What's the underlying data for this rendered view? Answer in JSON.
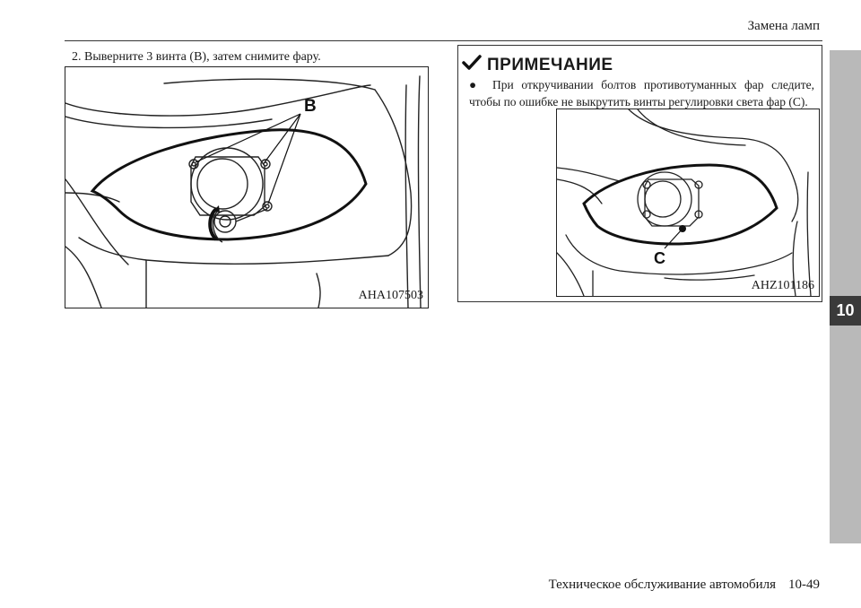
{
  "header": {
    "title": "Замена ламп"
  },
  "chapter_tab": "10",
  "step": {
    "text": "2. Выверните 3 винта (B), затем снимите фару."
  },
  "figure1": {
    "label": "B",
    "code": "AHA107503"
  },
  "note": {
    "title": "ПРИМЕЧАНИЕ",
    "bullet": "●",
    "text": "При откручивании болтов противотуманных фар следите, чтобы по ошибке не выкрутить винты регулировки света фар (C)."
  },
  "figure2": {
    "label": "C",
    "code": "AHZ101186"
  },
  "footer": {
    "section": "Техническое обслуживание автомобиля",
    "page": "10-49"
  }
}
